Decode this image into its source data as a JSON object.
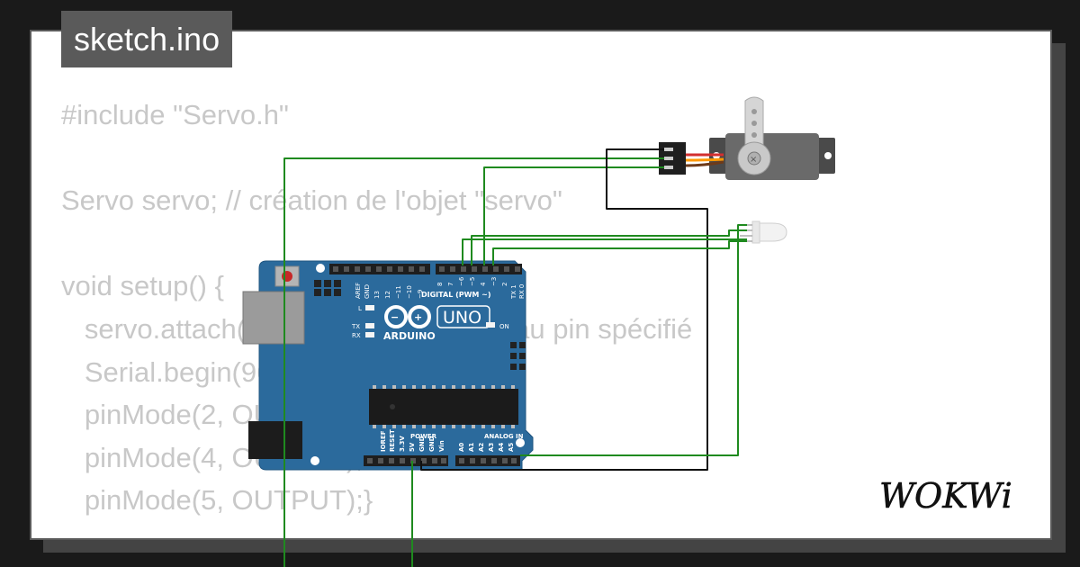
{
  "sketch": {
    "filename": "sketch.ino"
  },
  "code": {
    "lines": [
      "#include \"Servo.h\"",
      "",
      "Servo servo; // création de l'objet \"servo\"",
      "",
      "void setup() {",
      "   servo.attach(3); // attache le servo au pin spécifié",
      "   Serial.begin(9600);",
      "   pinMode(2, OUTPUT);",
      "   pinMode(4, OUTPUT);",
      "   pinMode(5, OUTPUT);}"
    ]
  },
  "board": {
    "brand": "ARDUINO",
    "model": "UNO",
    "digital_header_label": "DIGITAL (PWM ~)",
    "power_label": "POWER",
    "analog_label": "ANALOG IN",
    "on_label": "ON",
    "l_label": "L",
    "tx_label": "TX",
    "rx_label": "RX",
    "digital_pins": [
      "AREF",
      "GND",
      "13",
      "12",
      "~11",
      "~10",
      "~9",
      "8",
      "7",
      "~6",
      "~5",
      "4",
      "~3",
      "2",
      "TX 1",
      "RX 0"
    ],
    "power_pins": [
      "IOREF",
      "RESET",
      "3.3V",
      "5V",
      "GND",
      "GND",
      "Vin"
    ],
    "analog_pins": [
      "A0",
      "A1",
      "A2",
      "A3",
      "A4",
      "A5"
    ],
    "board_color": "#2b6a9c"
  },
  "logo": {
    "text": "WOKWi"
  },
  "colors": {
    "wire_green": "#1f8a1f",
    "wire_black": "#111111",
    "code_text": "#c8c8c8",
    "badge_bg": "#5a5a5a"
  }
}
